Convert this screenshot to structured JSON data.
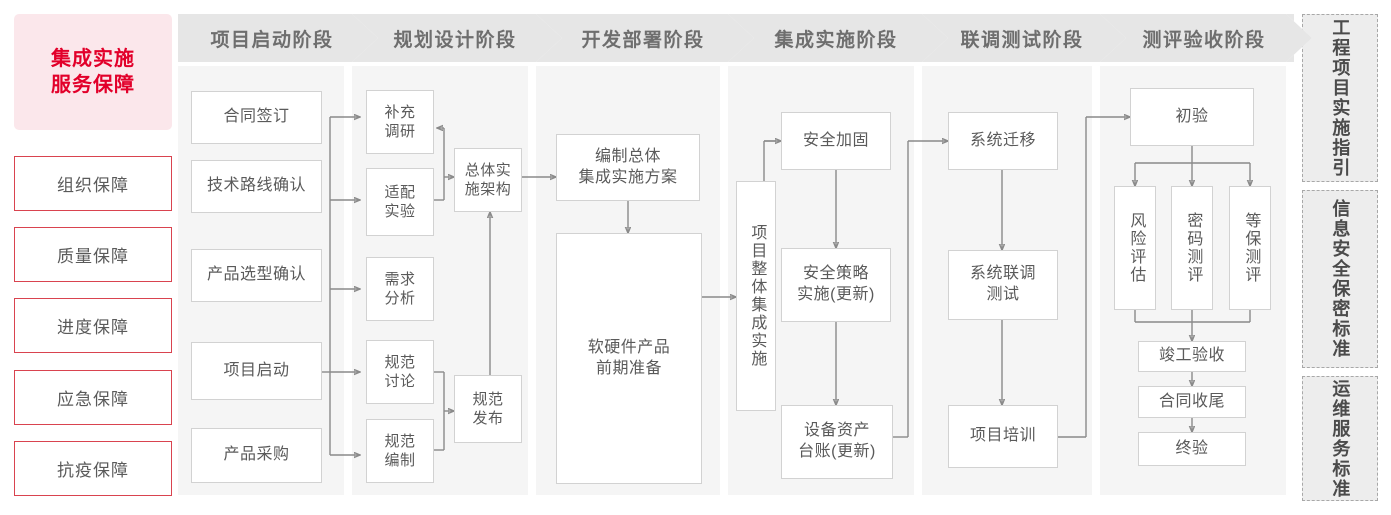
{
  "left_rail": {
    "header": "集成实施\n服务保障",
    "header_bg": "#FBE7EB",
    "header_color": "#E2002A",
    "border_color": "#D9434F",
    "items": [
      {
        "label": "组织保障"
      },
      {
        "label": "质量保障"
      },
      {
        "label": "进度保障"
      },
      {
        "label": "应急保障"
      },
      {
        "label": "抗疫保障"
      }
    ]
  },
  "phases": [
    {
      "id": "startup",
      "title": "项目启动阶段",
      "nodes": [
        {
          "label": "合同签订"
        },
        {
          "label": "技术路线确认"
        },
        {
          "label": "产品选型确认"
        },
        {
          "label": "项目启动"
        },
        {
          "label": "产品采购"
        }
      ]
    },
    {
      "id": "planning",
      "title": "规划设计阶段",
      "nodes": [
        {
          "label": "补充\n调研"
        },
        {
          "label": "适配\n实验"
        },
        {
          "label": "需求\n分析"
        },
        {
          "label": "规范\n讨论"
        },
        {
          "label": "规范\n编制"
        },
        {
          "label": "总体实\n施架构"
        },
        {
          "label": "规范\n发布"
        }
      ]
    },
    {
      "id": "development",
      "title": "开发部署阶段",
      "nodes": [
        {
          "label": "编制总体\n集成实施方案"
        },
        {
          "label": "软硬件产品\n前期准备"
        }
      ]
    },
    {
      "id": "integration",
      "title": "集成实施阶段",
      "nodes": [
        {
          "label": "项目整体集成实施"
        },
        {
          "label": "安全加固"
        },
        {
          "label": "安全策略\n实施(更新)"
        },
        {
          "label": "设备资产\n台账(更新)"
        }
      ]
    },
    {
      "id": "joint-test",
      "title": "联调测试阶段",
      "nodes": [
        {
          "label": "系统迁移"
        },
        {
          "label": "系统联调\n测试"
        },
        {
          "label": "项目培训"
        }
      ]
    },
    {
      "id": "acceptance",
      "title": "测评验收阶段",
      "nodes": [
        {
          "label": "初验"
        },
        {
          "label": "风险评估"
        },
        {
          "label": "密码测评"
        },
        {
          "label": "等保测评"
        },
        {
          "label": "竣工验收"
        },
        {
          "label": "合同收尾"
        },
        {
          "label": "终验"
        }
      ]
    }
  ],
  "standards_rail": [
    {
      "label": "工程项目实施指引"
    },
    {
      "label": "信息安全保密标准"
    },
    {
      "label": "运维服务标准"
    }
  ],
  "colors": {
    "column_band": "#F5F5F5",
    "phase_header": "#E6E6E6",
    "node_border": "#D2D2D2",
    "wire": "#8A8A8A",
    "text": "#5a5a5a"
  }
}
